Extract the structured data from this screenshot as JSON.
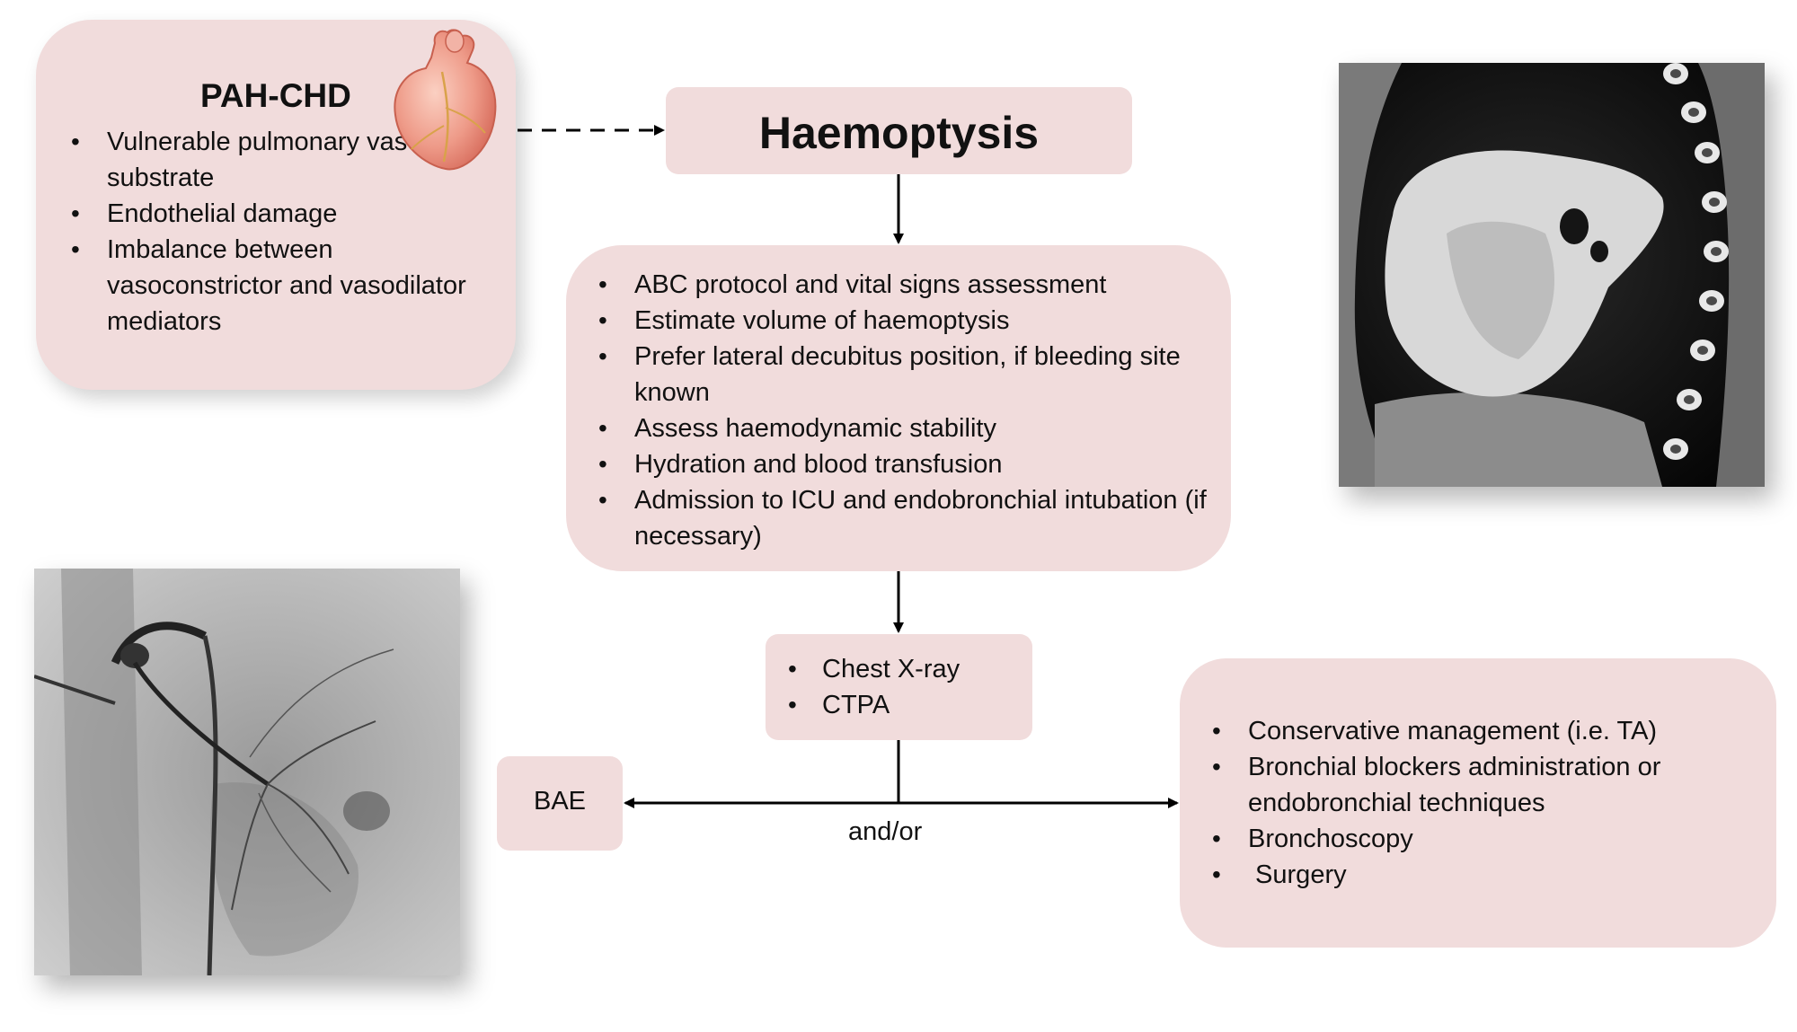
{
  "pah": {
    "title": "PAH-CHD",
    "items": [
      "Vulnerable pulmonary vascular substrate",
      "Endothelial  damage",
      "Imbalance between vasoconstrictor and vasodilator mediators"
    ]
  },
  "haemoptysis": {
    "title": "Haemoptysis"
  },
  "protocol": {
    "items": [
      "ABC protocol and  vital  signs assessment",
      "Estimate volume of haemoptysis",
      "Prefer lateral decubitus position, if bleeding site known",
      "Assess haemodynamic stability",
      "Hydration and blood transfusion",
      "Admission to ICU and endobronchial intubation (if necessary)"
    ]
  },
  "imaging": {
    "items": [
      "Chest X-ray",
      "CTPA"
    ]
  },
  "bae": {
    "label": "BAE"
  },
  "connector": {
    "label": "and/or"
  },
  "management": {
    "items": [
      "Conservative management (i.e. TA)",
      "Bronchial blockers administration or endobronchial techniques",
      "Bronchoscopy",
      " Surgery"
    ]
  },
  "colors": {
    "box_fill": "#f1dcdc",
    "arrow": "#000000"
  }
}
